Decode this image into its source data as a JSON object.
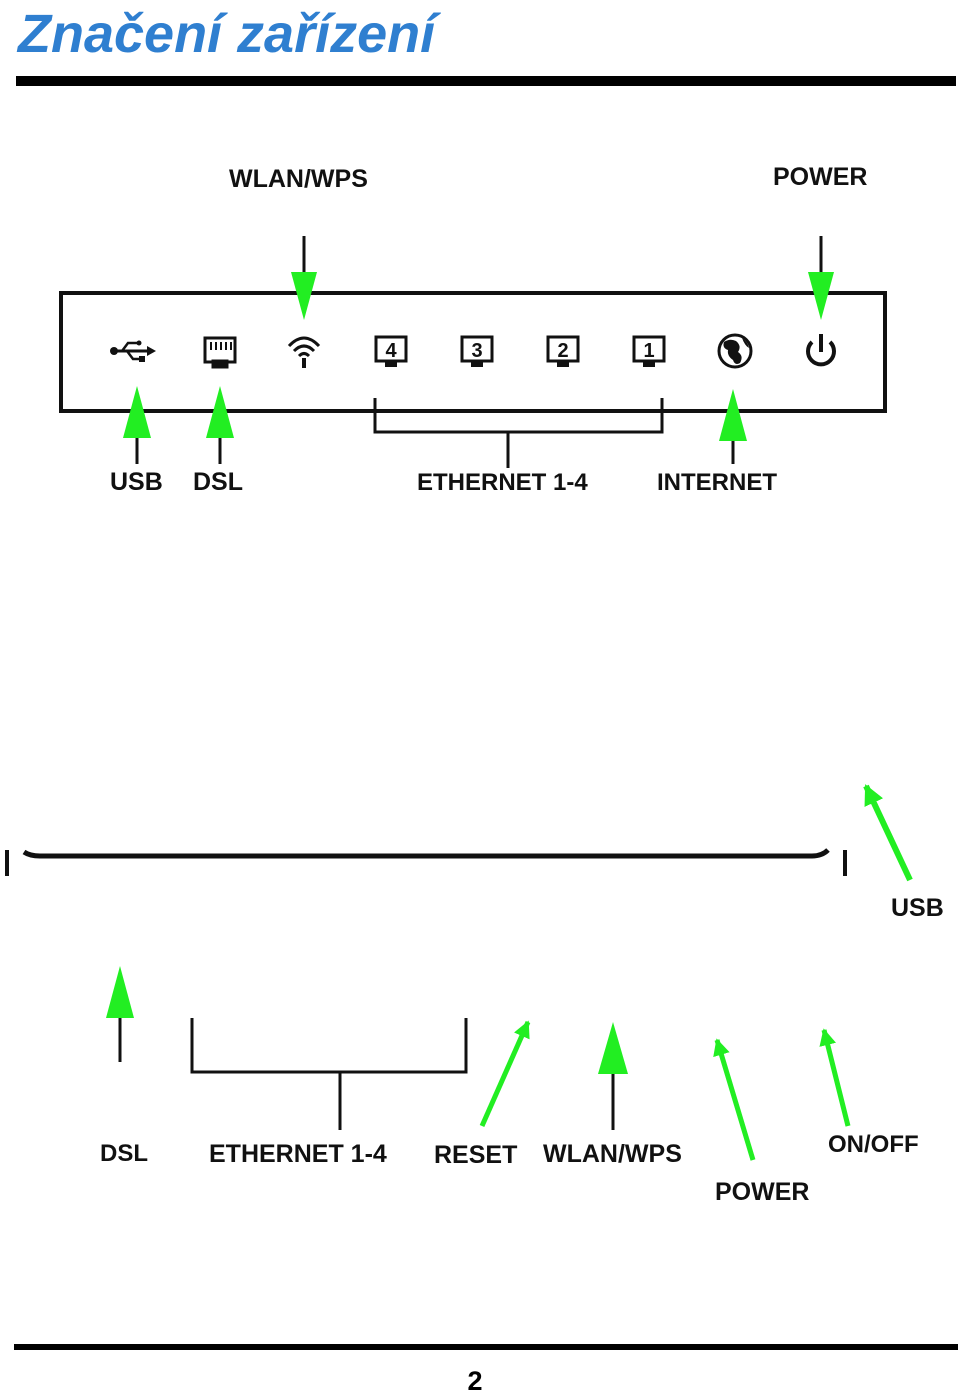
{
  "page": {
    "title": "Značení zařízení",
    "page_number": "2"
  },
  "front_panel": {
    "labels": {
      "wlan_wps": "WLAN/WPS",
      "power": "POWER",
      "usb": "USB",
      "dsl": "DSL",
      "ethernet": "ETHERNET 1-4",
      "internet": "INTERNET"
    },
    "indicators": [
      {
        "icon": "usb-icon"
      },
      {
        "icon": "dsl-port-icon"
      },
      {
        "icon": "wifi-icon"
      },
      {
        "icon": "lan-port-icon",
        "number": "4"
      },
      {
        "icon": "lan-port-icon",
        "number": "3"
      },
      {
        "icon": "lan-port-icon",
        "number": "2"
      },
      {
        "icon": "lan-port-icon",
        "number": "1"
      },
      {
        "icon": "globe-icon"
      },
      {
        "icon": "power-icon"
      }
    ]
  },
  "back_panel": {
    "labels": {
      "usb": "USB",
      "dsl": "DSL",
      "ethernet": "ETHERNET 1-4",
      "reset": "RESET",
      "wlan_wps": "WLAN/WPS",
      "power": "POWER",
      "on_off": "ON/OFF"
    }
  },
  "colors": {
    "title": "#2f7fd0",
    "arrow": "#22ee22",
    "line": "#000000"
  }
}
